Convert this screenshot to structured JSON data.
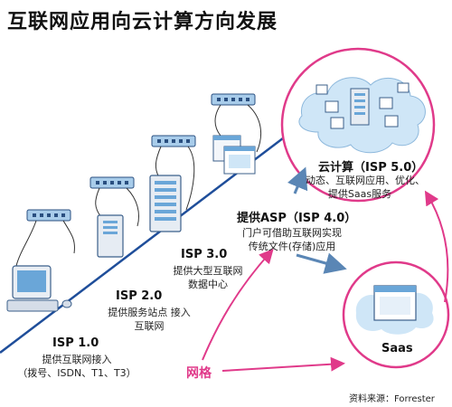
{
  "title": "互联网应用向云计算方向发展",
  "stages": [
    {
      "label": "ISP 1.0",
      "desc": [
        "提供互联网接入",
        "（拨号、ISDN、T1、T3）"
      ]
    },
    {
      "label": "ISP 2.0",
      "desc": [
        "提供服务站点  接入",
        "互联网"
      ]
    },
    {
      "label": "ISP 3.0",
      "desc": [
        "提供大型互联网",
        "数据中心"
      ]
    },
    {
      "label": "提供ASP（ISP 4.0）",
      "desc": [
        "门户可借助互联网实现",
        "传统文件(存储)应用"
      ]
    },
    {
      "label": "云计算（ISP 5.0）",
      "desc": [
        "动态、互联网应用、优化、",
        "提供Saas服务"
      ]
    }
  ],
  "saas_label": "Saas",
  "grid_label": "网格",
  "source": "资料来源：Forrester",
  "colors": {
    "accent": "#e03a8a",
    "arrow": "#5a86b5",
    "line": "#1f4e9a",
    "cloud": "#cfe6f7",
    "switch": "#a8ccea",
    "screen": "#6aa6d8"
  }
}
